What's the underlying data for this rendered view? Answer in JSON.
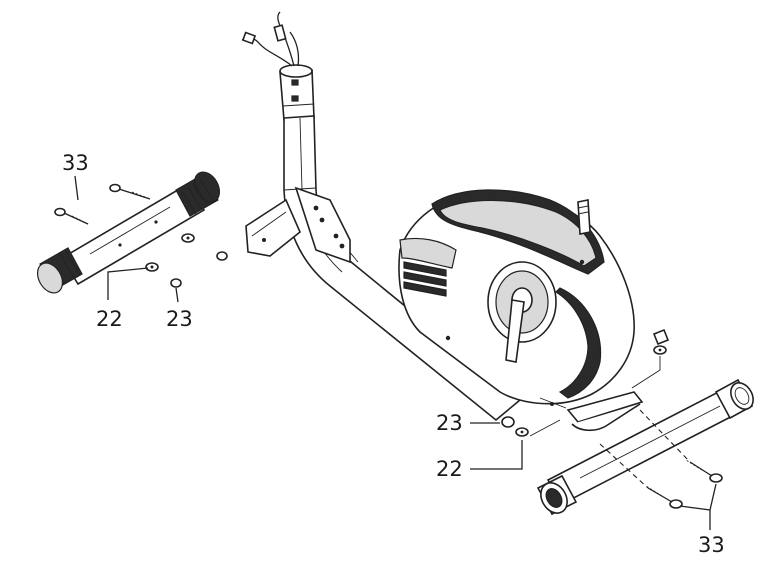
{
  "callouts": {
    "left_bolt": "33",
    "left_washer": "22",
    "left_nut": "23",
    "right_nut": "23",
    "right_washer": "22",
    "right_bolt": "33"
  },
  "colors": {
    "line": "#222222",
    "background": "#ffffff",
    "shroud_dark": "#2a2a2a",
    "shroud_grey": "#d9d9d9"
  }
}
